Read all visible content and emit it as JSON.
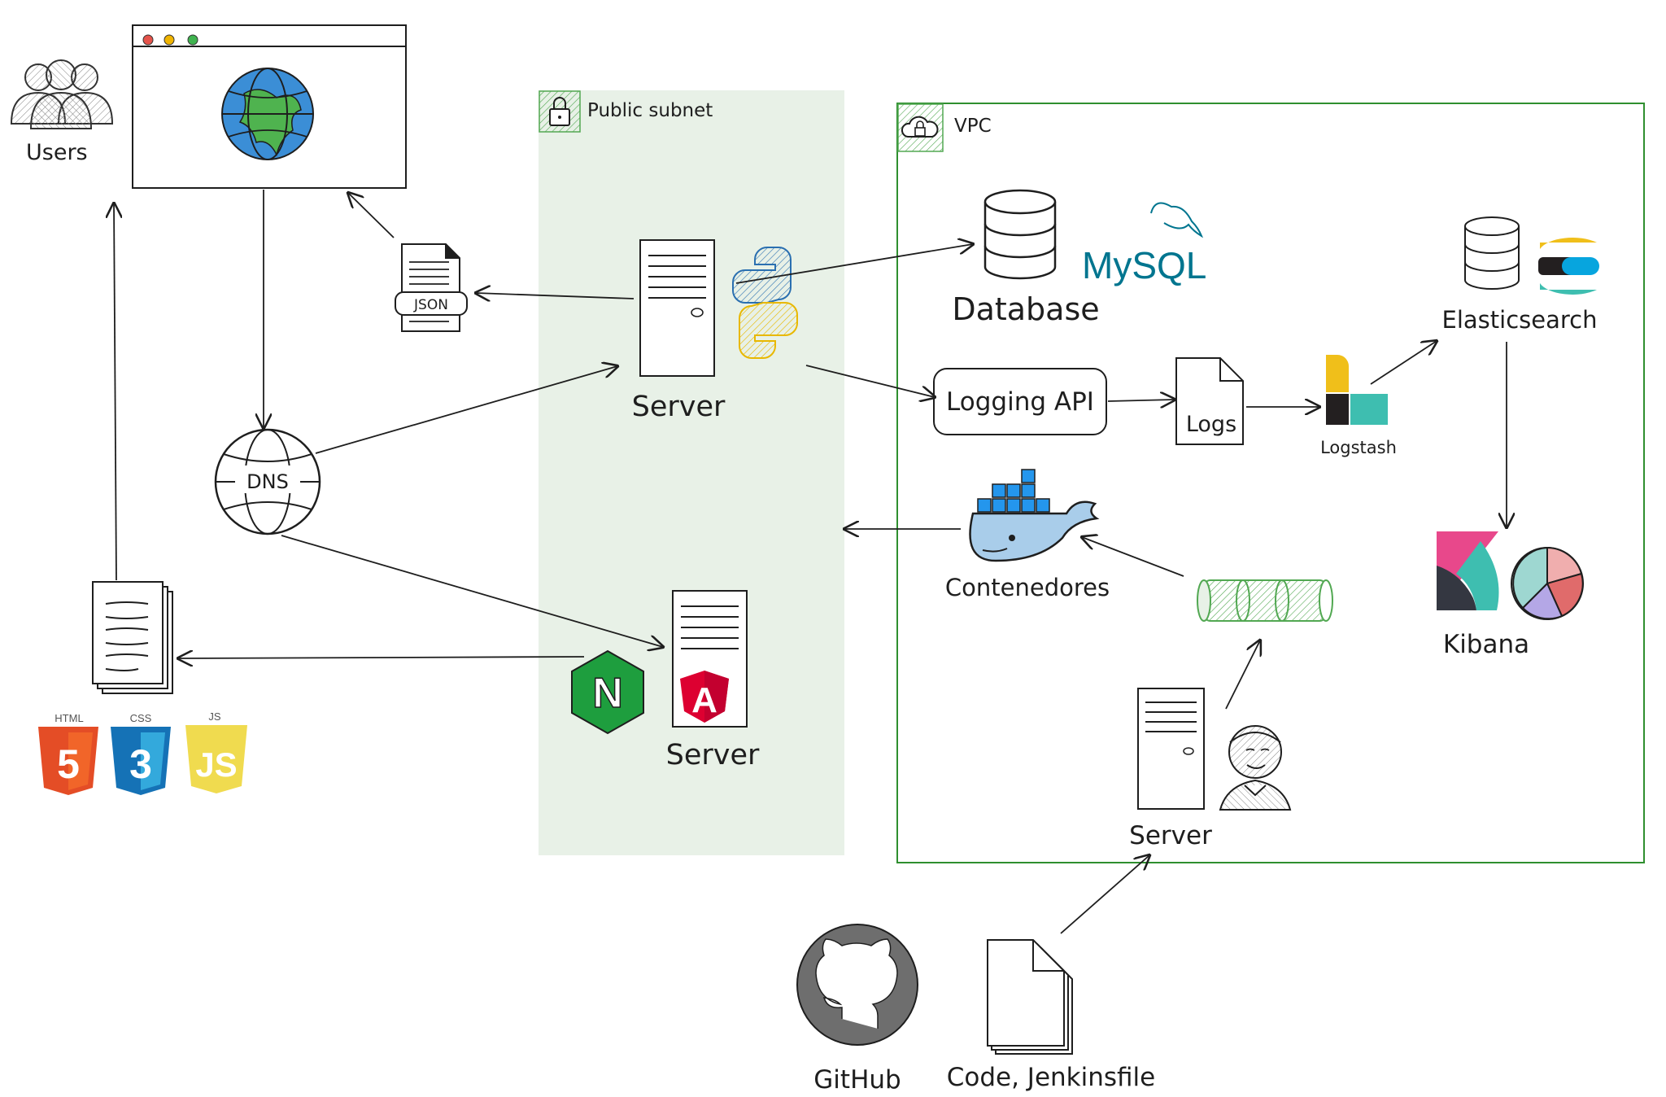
{
  "labels": {
    "users": "Users",
    "json": "JSON",
    "public_subnet": "Public subnet",
    "vpc": "VPC",
    "dns": "DNS",
    "server_python": "Server",
    "server_angular": "Server",
    "server_jenkins": "Server",
    "database": "Database",
    "mysql": "MySQL",
    "logging_api": "Logging API",
    "logs": "Logs",
    "logstash": "Logstash",
    "elasticsearch": "Elasticsearch",
    "kibana": "Kibana",
    "contenedores": "Contenedores",
    "github": "GitHub",
    "code_jenkinsfile": "Code, Jenkinsfile",
    "html": "HTML",
    "css": "CSS",
    "js": "JS",
    "html_glyph": "5",
    "css_glyph": "3",
    "js_glyph": "JS",
    "nginx_glyph": "N",
    "angular_glyph": "A"
  },
  "icons": [
    "users-icon",
    "browser-window",
    "globe-icon",
    "json-file-icon",
    "dns-globe-icon",
    "server-icon",
    "python-icon",
    "nginx-icon",
    "angular-icon",
    "documents-icon",
    "html5-icon",
    "css3-icon",
    "js-icon",
    "lock-icon",
    "cloud-lock-icon",
    "database-icon",
    "mysql-logo",
    "file-icon",
    "logstash-icon",
    "elasticsearch-icon",
    "kibana-icon",
    "pie-chart-icon",
    "docker-icon",
    "pipeline-icon",
    "jenkins-icon",
    "github-icon"
  ],
  "colors": {
    "subnet_fill": "#e8f1e7",
    "vpc_border": "#2f8f2f",
    "accent_green": "#52a852",
    "html5": "#e44d26",
    "css3": "#1572b6",
    "js": "#f0db4f",
    "nginx": "#1e9e3e",
    "angular": "#dd0031",
    "mysql_blue": "#00758f",
    "mysql_orange": "#f29111",
    "docker": "#2496ed",
    "github_gray": "#6e6e6e"
  }
}
